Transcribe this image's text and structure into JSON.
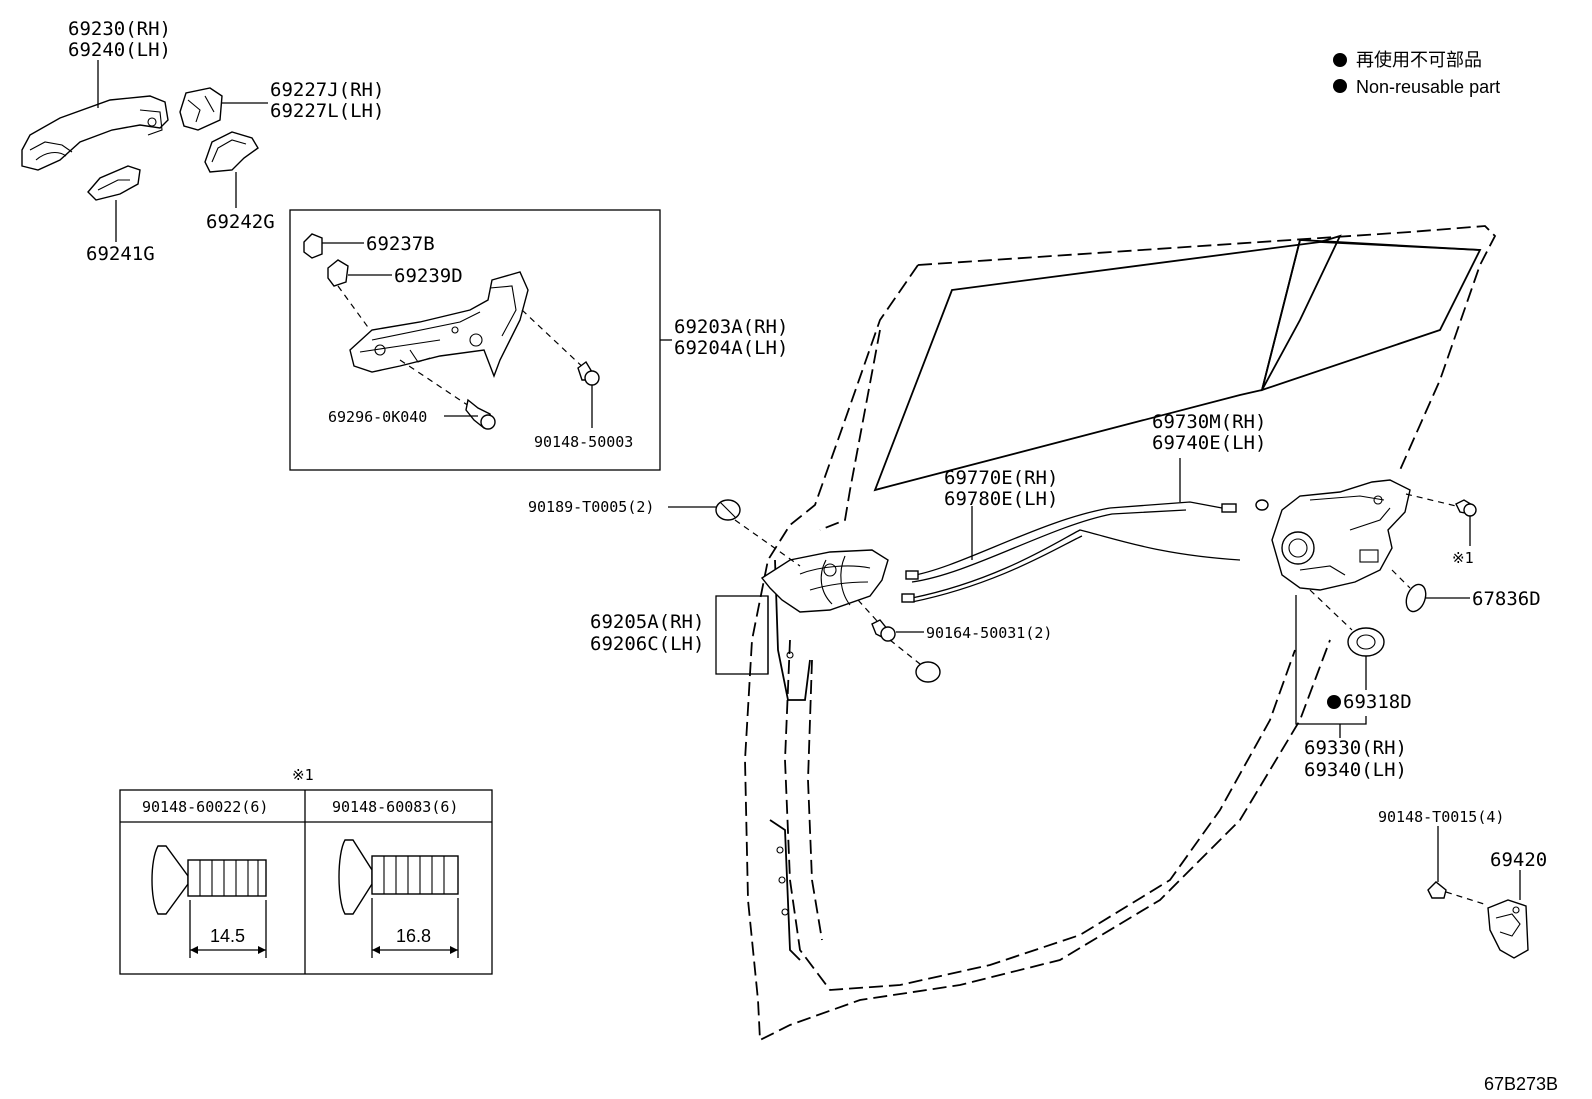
{
  "legend": {
    "line_jp": "再使用不可部品",
    "line_en": "Non-reusable part"
  },
  "labels": {
    "p69230": "69230(RH)",
    "p69240": "69240(LH)",
    "p69227j": "69227J(RH)",
    "p69227l": "69227L(LH)",
    "p69241g": "69241G",
    "p69242g": "69242G",
    "p69237b": "69237B",
    "p69239d": "69239D",
    "p69203a": "69203A(RH)",
    "p69204a": "69204A(LH)",
    "p69296": "69296-0K040",
    "p90148_50003": "90148-50003",
    "p90189": "90189-T0005(2)",
    "p69770e": "69770E(RH)",
    "p69780e": "69780E(LH)",
    "p69730m": "69730M(RH)",
    "p69740e": "69740E(LH)",
    "p69205a": "69205A(RH)",
    "p69206c": "69206C(LH)",
    "p90164": "90164-50031(2)",
    "p67836d": "67836D",
    "ref1_right": "※1",
    "p69318d": "69318D",
    "p69330": "69330(RH)",
    "p69340": "69340(LH)",
    "p90148_t0015": "90148-T0015(4)",
    "p69420": "69420",
    "diagram_code": "67B273B"
  },
  "bolt_table": {
    "ref": "※1",
    "col1_header": "90148-60022(6)",
    "col2_header": "90148-60083(6)",
    "col1_dim": "14.5",
    "col2_dim": "16.8"
  }
}
